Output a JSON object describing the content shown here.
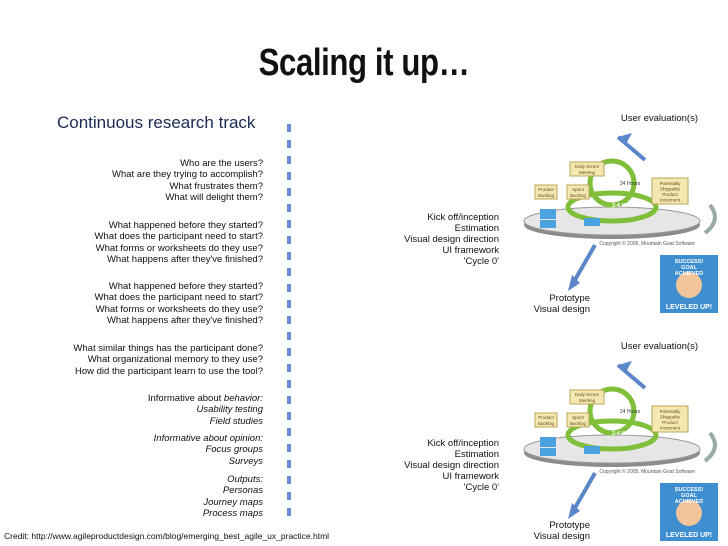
{
  "title": "Scaling it up…",
  "track_title": "Continuous research track",
  "question_blocks": [
    [
      "Who are the users?",
      "What are they trying to accomplish?",
      "What frustrates them?",
      "What will delight them?"
    ],
    [
      "What happened before they started?",
      "What does the participant need to start?",
      "What forms or worksheets do they use?",
      "What happens after they've finished?"
    ],
    [
      "What happened before they started?",
      "What does the participant need to start?",
      "What forms or worksheets do they use?",
      "What happens after they've finished?"
    ],
    [
      "What similar things has the participant done?",
      "What organizational memory to they use?",
      "How did the participant learn to use the tool?"
    ]
  ],
  "behavior": {
    "prefix": "Informative about ",
    "keyword": "behavior:",
    "items": [
      "Usability testing",
      "Field studies"
    ]
  },
  "opinion": {
    "heading": "Informative about opinion:",
    "items": [
      "Focus groups",
      "Surveys"
    ]
  },
  "outputs": {
    "heading": "Outputs:",
    "items": [
      "Personas",
      "Journey maps",
      "Process maps"
    ]
  },
  "sprints": [
    {
      "user_eval": "User evaluation(s)",
      "kickoff": [
        "Kick off/inception",
        "Estimation",
        "Visual design direction",
        "UI framework",
        "'Cycle 0'"
      ],
      "prototype": [
        "Prototype",
        "Visual design"
      ],
      "diagram": {
        "daily_scrum": [
          "Daily Scrum",
          "Meeting"
        ],
        "hours": "24 Hours",
        "weeks": "2-4 Weeks",
        "product_backlog": [
          "Product",
          "Backlog"
        ],
        "sprint_backlog": [
          "Sprint",
          "Backlog"
        ],
        "increment": [
          "Potentially",
          "Shippable",
          "Product",
          "Increment"
        ],
        "copyright": "Copyright © 2005, Mountain Goat Software"
      },
      "badge": [
        "SUCCESS!",
        "GOAL",
        "ACHIEVED",
        "LEVELED UP!"
      ]
    },
    {
      "user_eval": "User evaluation(s)",
      "kickoff": [
        "Kick off/inception",
        "Estimation",
        "Visual design direction",
        "UI framework",
        "'Cycle 0'"
      ],
      "prototype": [
        "Prototype",
        "Visual design"
      ],
      "diagram": {
        "daily_scrum": [
          "Daily Scrum",
          "Meeting"
        ],
        "hours": "24 Hours",
        "weeks": "2-4 Weeks",
        "product_backlog": [
          "Product",
          "Backlog"
        ],
        "sprint_backlog": [
          "Sprint",
          "Backlog"
        ],
        "increment": [
          "Potentially",
          "Shippable",
          "Product",
          "Increment"
        ],
        "copyright": "Copyright © 2005, Mountain Goat Software"
      },
      "badge": [
        "SUCCESS!",
        "GOAL",
        "ACHIEVED",
        "LEVELED UP!"
      ]
    }
  ],
  "credit": "Credit: http://www.agileproductdesign.com/blog/emerging_best_agile_ux_practice.html",
  "colors": {
    "track_title": "#1b2a55",
    "dashed_line": "#6a8fd6",
    "arrow_blue": "#5b86c9",
    "loop_green": "#7fbf3a",
    "grey_disc": "#8c8c8c"
  }
}
